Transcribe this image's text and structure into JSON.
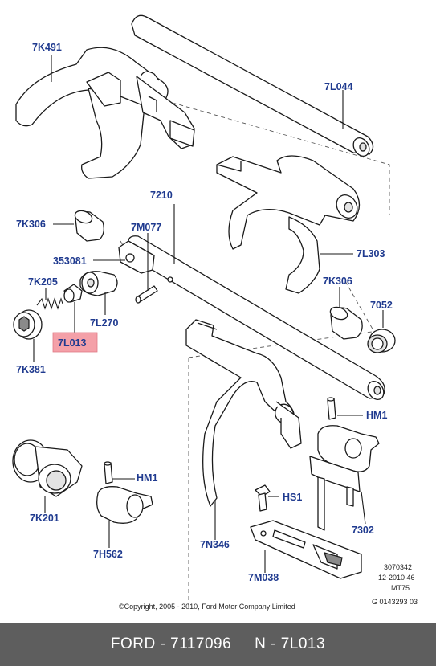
{
  "labels": {
    "p7K491": "7K491",
    "p7L044": "7L044",
    "p7210": "7210",
    "p7K306a": "7K306",
    "p7M077": "7M077",
    "p353081": "353081",
    "p7L303": "7L303",
    "p7K205": "7K205",
    "p7K306b": "7K306",
    "p7052": "7052",
    "p7L270": "7L270",
    "p7L013": "7L013",
    "p7K381": "7K381",
    "pHM1a": "HM1",
    "p7K201": "7K201",
    "pHM1b": "HM1",
    "pHS1": "HS1",
    "p7H562": "7H562",
    "p7N346": "7N346",
    "p7302": "7302",
    "p7M038": "7M038"
  },
  "meta": {
    "line1": "3070342",
    "line2": "12-2010 46",
    "line3": "MT75",
    "line4": "G 0143293 03"
  },
  "copyright": "©Copyright, 2005 - 2010, Ford Motor Company Limited",
  "footer": {
    "brand_part": "FORD - 7117096",
    "number": "N - 7L013"
  },
  "highlight": {
    "color": "#f4a0a8",
    "label": "7L013"
  }
}
